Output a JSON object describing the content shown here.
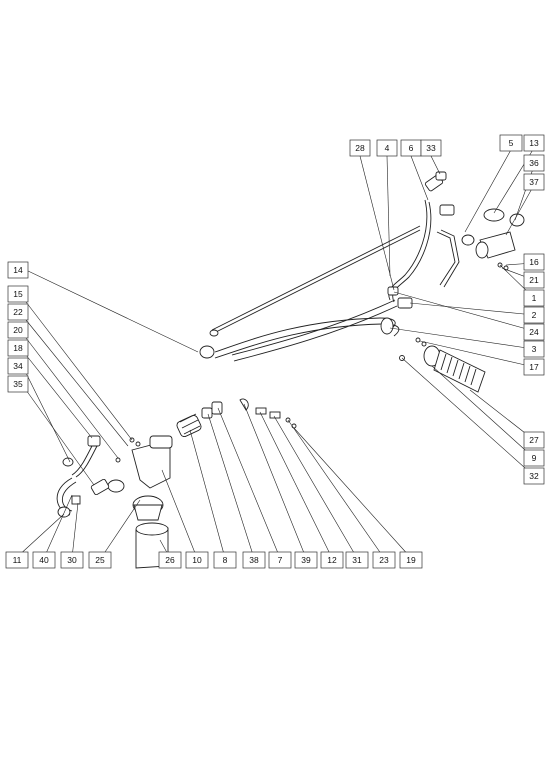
{
  "diagram": {
    "callout_numbers": {
      "c28": "28",
      "c4": "4",
      "c6": "6",
      "c33": "33",
      "c5": "5",
      "c13": "13",
      "c36": "36",
      "c37": "37",
      "c16": "16",
      "c21": "21",
      "c1r": "1",
      "c2": "2",
      "c24": "24",
      "c3": "3",
      "c17": "17",
      "c27": "27",
      "c9": "9",
      "c32": "32",
      "c14": "14",
      "c15": "15",
      "c22": "22",
      "c20": "20",
      "c18": "18",
      "c34": "34",
      "c35": "35",
      "c11": "11",
      "c40": "40",
      "c30": "30",
      "c25": "25",
      "c26": "26",
      "c10": "10",
      "c8": "8",
      "c38": "38",
      "c7": "7",
      "c39": "39",
      "c12": "12",
      "c31": "31",
      "c23": "23",
      "c19": "19"
    },
    "colors": {
      "line": "#222222",
      "background": "#ffffff"
    }
  }
}
